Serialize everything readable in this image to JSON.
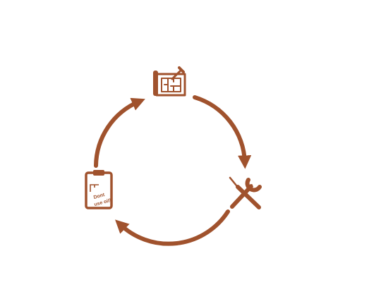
{
  "diagram": {
    "type": "cycle",
    "color": "#a0522d",
    "nodes": [
      {
        "icon": "blueprint-icon"
      },
      {
        "icon": "wrench-screwdriver-icon"
      },
      {
        "icon": "clipboard-icon",
        "note_line1": "Dont",
        "note_line2": "use oil!"
      }
    ],
    "arrows": [
      {
        "from": "blueprint-icon",
        "to": "wrench-screwdriver-icon"
      },
      {
        "from": "wrench-screwdriver-icon",
        "to": "clipboard-icon"
      },
      {
        "from": "clipboard-icon",
        "to": "blueprint-icon"
      }
    ]
  }
}
